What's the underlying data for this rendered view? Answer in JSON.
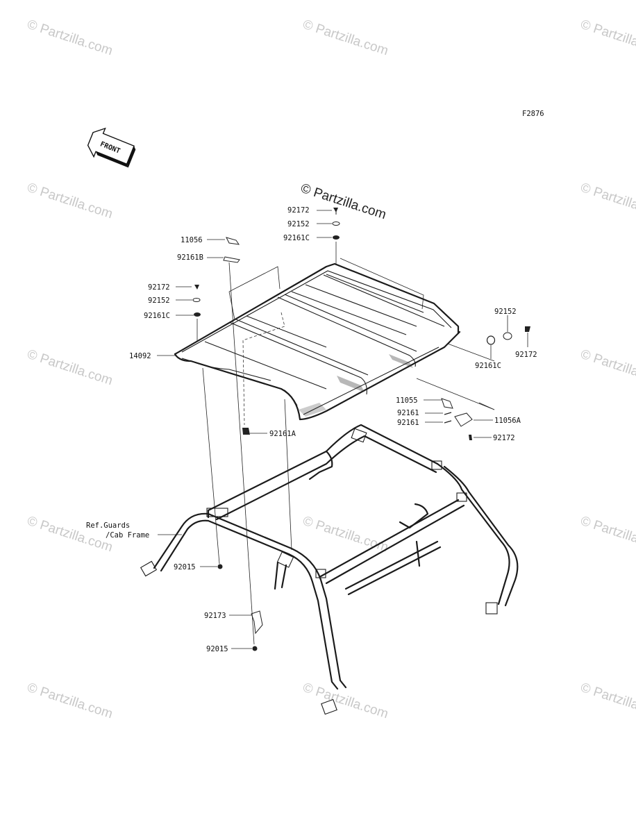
{
  "figure_code": "F2876",
  "front_label": "FRONT",
  "watermark": "© Partzilla.com",
  "reference_text": [
    "Ref.Guards",
    "/Cab Frame"
  ],
  "parts": [
    {
      "id": "p-92172-top",
      "label": "92172"
    },
    {
      "id": "p-92152-top",
      "label": "92152"
    },
    {
      "id": "p-92161c-top",
      "label": "92161C"
    },
    {
      "id": "p-11056",
      "label": "11056"
    },
    {
      "id": "p-92161b",
      "label": "92161B"
    },
    {
      "id": "p-92172-left",
      "label": "92172"
    },
    {
      "id": "p-92152-left",
      "label": "92152"
    },
    {
      "id": "p-92161c-left",
      "label": "92161C"
    },
    {
      "id": "p-14092",
      "label": "14092"
    },
    {
      "id": "p-92152-right",
      "label": "92152"
    },
    {
      "id": "p-92161c-right",
      "label": "92161C"
    },
    {
      "id": "p-92172-right",
      "label": "92172"
    },
    {
      "id": "p-11055",
      "label": "11055"
    },
    {
      "id": "p-92161-a",
      "label": "92161"
    },
    {
      "id": "p-92161-b",
      "label": "92161"
    },
    {
      "id": "p-11056a",
      "label": "11056A"
    },
    {
      "id": "p-92172-bracket",
      "label": "92172"
    },
    {
      "id": "p-92161a",
      "label": "92161A"
    },
    {
      "id": "p-92015-a",
      "label": "92015"
    },
    {
      "id": "p-92173",
      "label": "92173"
    },
    {
      "id": "p-92015-b",
      "label": "92015"
    }
  ]
}
